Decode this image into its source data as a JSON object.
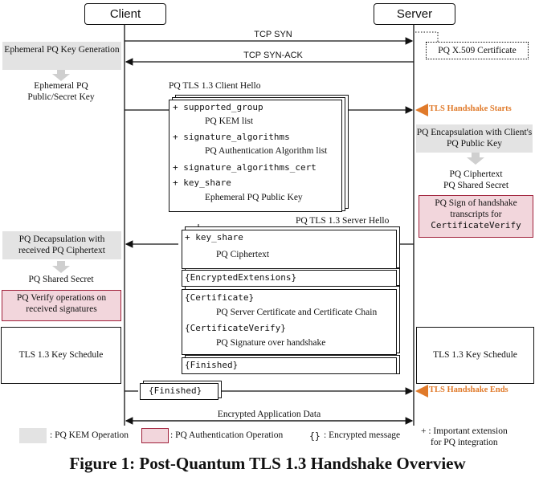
{
  "actors": {
    "client": "Client",
    "server": "Server"
  },
  "messages": {
    "tcp_syn": "TCP SYN",
    "tcp_syn_ack": "TCP SYN-ACK",
    "client_hello_title": "PQ TLS 1.3 Client Hello",
    "server_hello_title": "PQ TLS 1.3 Server Hello",
    "app_data": "Encrypted Application Data"
  },
  "client_hello_items": {
    "i1": "+ supported_group",
    "i1_sub": "PQ KEM list",
    "i2": "+ signature_algorithms",
    "i2_sub": "PQ Authentication Algorithm list",
    "i3": "+ signature_algorithms_cert",
    "i4": "+ key_share",
    "i4_sub": "Ephemeral PQ Public Key"
  },
  "server_hello_items": {
    "key_share": "+ key_share",
    "key_share_sub": "PQ Ciphertext",
    "encrypted_extensions": "{EncryptedExtensions}",
    "certificate": "{Certificate}",
    "certificate_sub": "PQ Server Certificate and Certificate Chain",
    "certificate_verify": "{CertificateVerify}",
    "certificate_verify_sub": "PQ Signature over handshake",
    "finished": "{Finished}"
  },
  "client_finished": "{Finished}",
  "client_side": {
    "kem_keygen": "Ephemeral PQ Key Generation",
    "keypair": "Ephemeral PQ Public/Secret Key",
    "decap": "PQ Decapsulation with received PQ Ciphertext",
    "shared_secret": "PQ Shared Secret",
    "verify": "PQ Verify operations on received signatures",
    "key_schedule": "TLS 1.3 Key Schedule"
  },
  "server_side": {
    "cert": "PQ X.509 Certificate",
    "encap": "PQ Encapsulation with Client's PQ Public Key",
    "cipher_line1": "PQ Ciphertext",
    "cipher_line2": "PQ Shared Secret",
    "sign_line1": "PQ Sign of handshake",
    "sign_line2": "transcripts for",
    "sign_code": "CertificateVerify",
    "key_schedule": "TLS 1.3 Key Schedule"
  },
  "markers": {
    "start": "TLS Handshake Starts",
    "end": "TLS Handshake Ends"
  },
  "legend": {
    "kem": ": PQ KEM Operation",
    "auth": ": PQ Authentication Operation",
    "encrypted_symbol": "{}",
    "encrypted": ": Encrypted message",
    "important_line1": "+ : Important extension",
    "important_line2": "for PQ integration"
  },
  "caption": "Figure 1: Post-Quantum TLS 1.3 Handshake Overview",
  "colors": {
    "kem_fill": "#e3e3e3",
    "auth_fill": "#f2d6dc",
    "auth_border": "#a0203a",
    "marker_orange": "#e07a2a"
  }
}
